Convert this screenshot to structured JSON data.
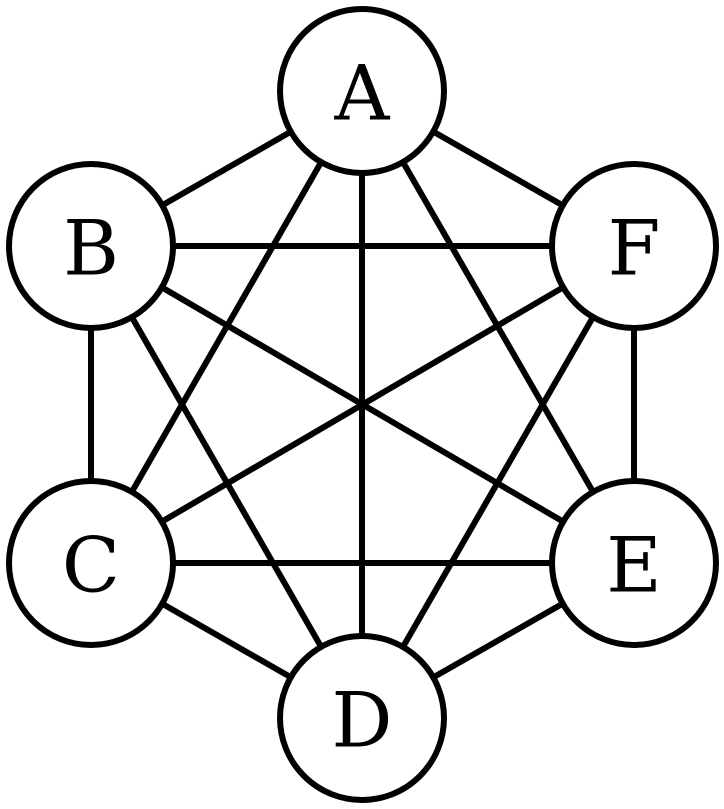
{
  "graph": {
    "type": "complete-graph",
    "nodes": [
      {
        "id": "A",
        "label": "A"
      },
      {
        "id": "B",
        "label": "B"
      },
      {
        "id": "C",
        "label": "C"
      },
      {
        "id": "D",
        "label": "D"
      },
      {
        "id": "E",
        "label": "E"
      },
      {
        "id": "F",
        "label": "F"
      }
    ],
    "edges": [
      [
        "A",
        "B"
      ],
      [
        "A",
        "C"
      ],
      [
        "A",
        "D"
      ],
      [
        "A",
        "E"
      ],
      [
        "A",
        "F"
      ],
      [
        "B",
        "C"
      ],
      [
        "B",
        "D"
      ],
      [
        "B",
        "E"
      ],
      [
        "B",
        "F"
      ],
      [
        "C",
        "D"
      ],
      [
        "C",
        "E"
      ],
      [
        "C",
        "F"
      ],
      [
        "D",
        "E"
      ],
      [
        "D",
        "F"
      ],
      [
        "E",
        "F"
      ]
    ]
  },
  "colors": {
    "stroke": "#000000",
    "node_fill": "#ffffff",
    "background": "#ffffff"
  }
}
